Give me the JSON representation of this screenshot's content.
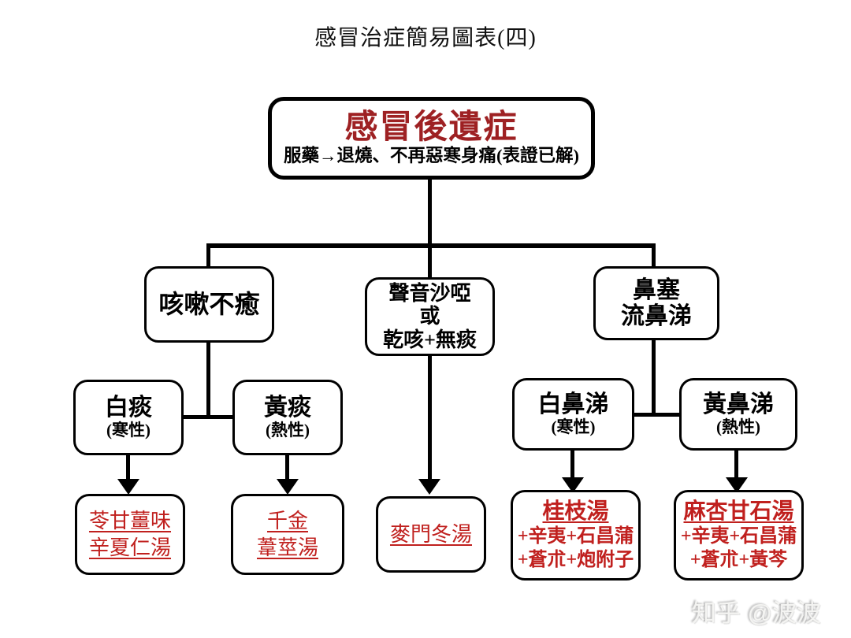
{
  "title": "感冒治症簡易圖表(四)",
  "watermark": "知乎 @波波",
  "colors": {
    "heading_red": "#9e2123",
    "formula_red": "#c0201e",
    "line_black": "#000000",
    "background": "#ffffff"
  },
  "root": {
    "heading": "感冒後遺症",
    "subtitle": "服藥→退燒、不再惡寒身痛(表證已解)"
  },
  "symptoms": {
    "cough": {
      "label": "咳嗽不癒"
    },
    "hoarse": {
      "lines": [
        "聲音沙啞",
        "或",
        "乾咳+無痰"
      ]
    },
    "nasal": {
      "lines": [
        "鼻塞",
        "流鼻涕"
      ]
    }
  },
  "subtypes": {
    "white_phlegm": {
      "label": "白痰",
      "nature": "(寒性)"
    },
    "yellow_phlegm": {
      "label": "黃痰",
      "nature": "(熱性)"
    },
    "white_mucus": {
      "label": "白鼻涕",
      "nature": "(寒性)"
    },
    "yellow_mucus": {
      "label": "黃鼻涕",
      "nature": "(熱性)"
    }
  },
  "formulas": {
    "ling_gan": {
      "lines": [
        "苓甘薑味",
        "辛夏仁湯"
      ]
    },
    "qian_jin": {
      "lines": [
        "千金",
        "葦莖湯"
      ]
    },
    "mai_men_dong": {
      "lines": [
        "麥門冬湯"
      ]
    },
    "gui_zhi": {
      "name": "桂枝湯",
      "additions": [
        "+辛夷+石昌蒲",
        "+蒼朮+炮附子"
      ]
    },
    "ma_xing": {
      "name": "麻杏甘石湯",
      "additions": [
        "+辛夷+石昌蒲",
        "+蒼朮+黃芩"
      ]
    }
  }
}
